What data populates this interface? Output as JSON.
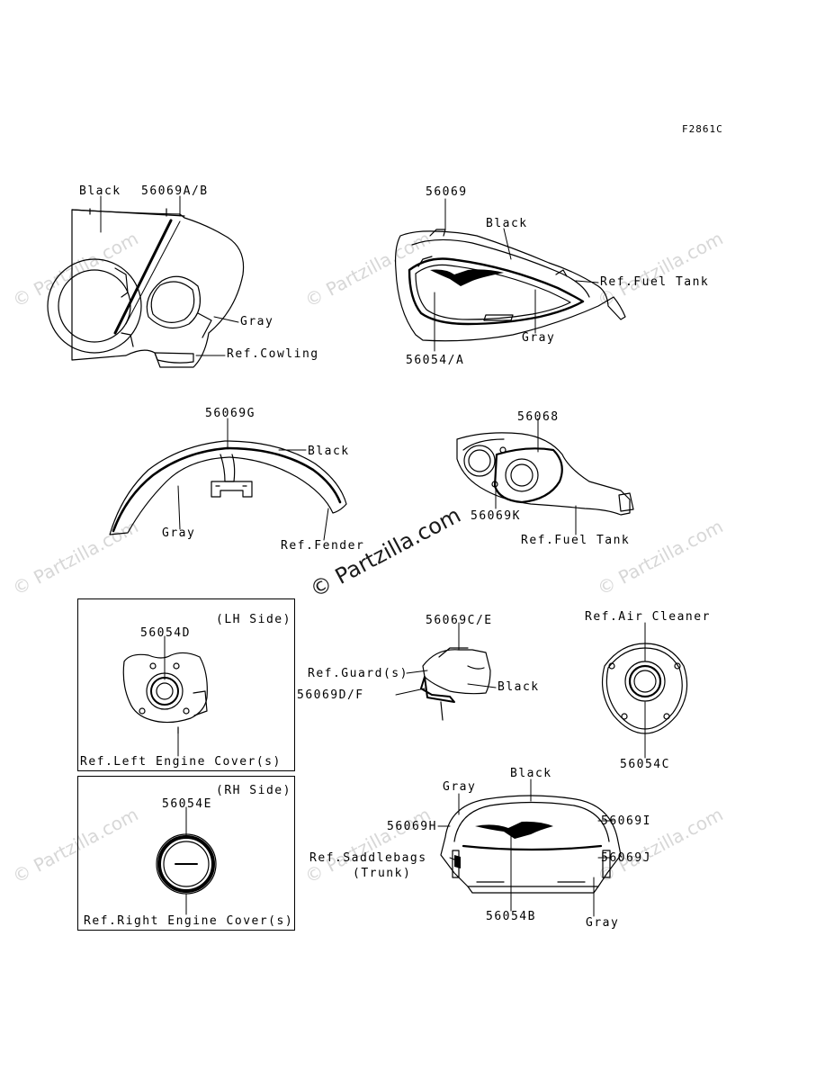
{
  "diagram_code": "F2861C",
  "watermark": {
    "small": "© Partzilla.com",
    "big": "© Partzilla.com"
  },
  "labels": {
    "cowling": {
      "black": "Black",
      "part": "56069A/B",
      "gray": "Gray",
      "ref": "Ref.Cowling"
    },
    "tank_top": {
      "part": "56069",
      "black": "Black",
      "ref": "Ref.Fuel Tank",
      "gray": "Gray",
      "emblem": "56054/A"
    },
    "fender": {
      "part": "56069G",
      "black": "Black",
      "gray": "Gray",
      "ref": "Ref.Fender"
    },
    "tank_bottom": {
      "part": "56068",
      "sub": "56069K",
      "ref": "Ref.Fuel Tank"
    },
    "left_cover": {
      "side": "(LH Side)",
      "part": "56054D",
      "ref": "Ref.Left Engine Cover(s)"
    },
    "right_cover": {
      "side": "(RH Side)",
      "part": "56054E",
      "ref": "Ref.Right Engine Cover(s)"
    },
    "guard": {
      "part": "56069C/E",
      "ref": "Ref.Guard(s)",
      "sub": "56069D/F",
      "black": "Black"
    },
    "air_cleaner": {
      "ref": "Ref.Air Cleaner",
      "part": "56054C"
    },
    "trunk": {
      "black": "Black",
      "gray_top": "Gray",
      "left_part": "56069H",
      "right_part": "56069I",
      "ref": "Ref.Saddlebags",
      "ref2": "(Trunk)",
      "right_part2": "56069J",
      "emblem": "56054B",
      "gray_bottom": "Gray"
    }
  },
  "icons": [
    "cowling-drawing",
    "fuel-tank-drawing",
    "fender-drawing",
    "tank-underside-drawing",
    "left-engine-cover-drawing",
    "right-engine-cover-drawing",
    "guard-drawing",
    "air-cleaner-drawing",
    "trunk-drawing"
  ]
}
